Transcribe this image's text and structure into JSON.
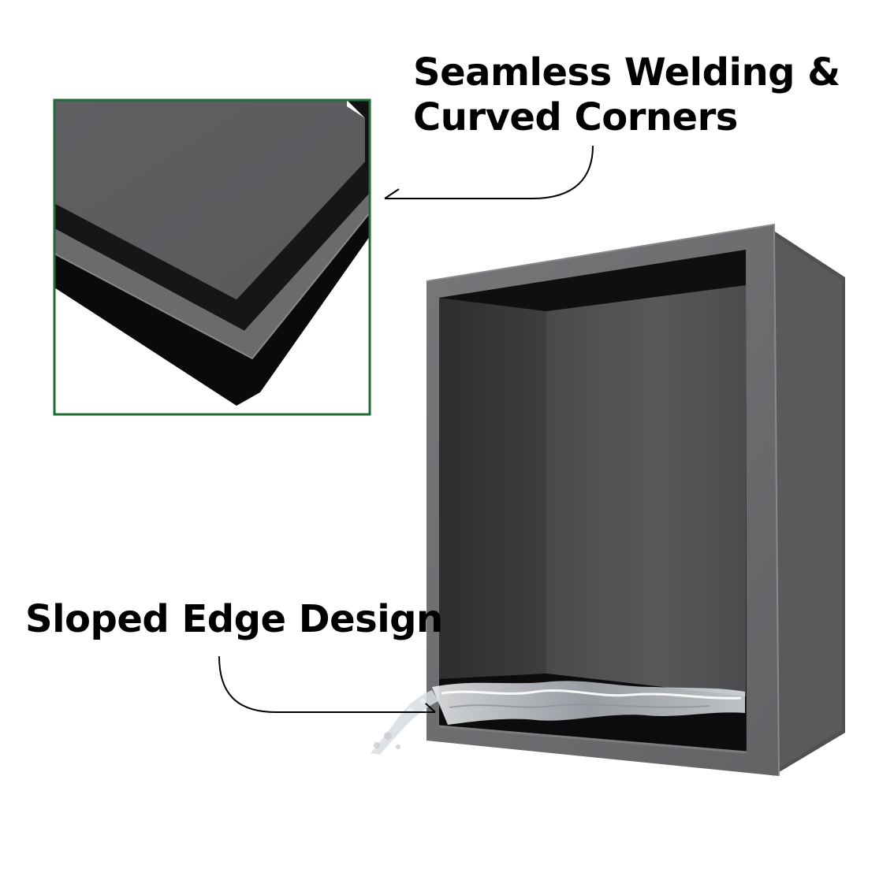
{
  "callouts": {
    "top": {
      "line1": "Seamless Welding &",
      "line2": "Curved Corners"
    },
    "bottom": {
      "label": "Sloped Edge Design"
    }
  },
  "colors": {
    "background": "#ffffff",
    "inset_border": "#1e6b35",
    "niche_frame": "#6e6e70",
    "niche_inner": "#3b3b3e",
    "niche_dark": "#0e0e10",
    "text": "#000000"
  },
  "icons": {
    "water": "water-splash-illustration"
  }
}
